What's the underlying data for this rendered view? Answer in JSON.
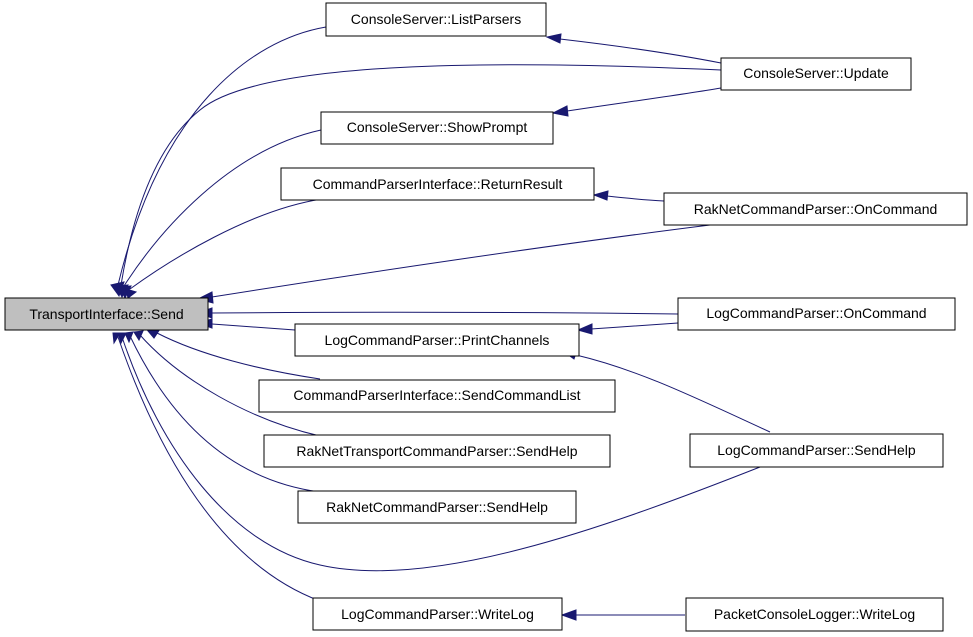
{
  "diagram": {
    "nodes": {
      "send": "TransportInterface::Send",
      "list_parsers": "ConsoleServer::ListParsers",
      "update": "ConsoleServer::Update",
      "show_prompt": "ConsoleServer::ShowPrompt",
      "return_result": "CommandParserInterface::ReturnResult",
      "raknet_on_command": "RakNetCommandParser::OnCommand",
      "log_on_command": "LogCommandParser::OnCommand",
      "print_channels": "LogCommandParser::PrintChannels",
      "send_command_list": "CommandParserInterface::SendCommandList",
      "raknet_transport_send_help": "RakNetTransportCommandParser::SendHelp",
      "log_send_help": "LogCommandParser::SendHelp",
      "raknet_send_help": "RakNetCommandParser::SendHelp",
      "write_log": "LogCommandParser::WriteLog",
      "packet_write_log": "PacketConsoleLogger::WriteLog"
    },
    "edges": [
      {
        "from": "list_parsers",
        "to": "send"
      },
      {
        "from": "update",
        "to": "send"
      },
      {
        "from": "show_prompt",
        "to": "send"
      },
      {
        "from": "return_result",
        "to": "send"
      },
      {
        "from": "raknet_on_command",
        "to": "send"
      },
      {
        "from": "log_on_command",
        "to": "send"
      },
      {
        "from": "print_channels",
        "to": "send"
      },
      {
        "from": "send_command_list",
        "to": "send"
      },
      {
        "from": "raknet_transport_send_help",
        "to": "send"
      },
      {
        "from": "raknet_send_help",
        "to": "send"
      },
      {
        "from": "log_send_help",
        "to": "send"
      },
      {
        "from": "write_log",
        "to": "send"
      },
      {
        "from": "update",
        "to": "list_parsers"
      },
      {
        "from": "update",
        "to": "show_prompt"
      },
      {
        "from": "raknet_on_command",
        "to": "return_result"
      },
      {
        "from": "log_on_command",
        "to": "print_channels"
      },
      {
        "from": "log_send_help",
        "to": "print_channels"
      },
      {
        "from": "packet_write_log",
        "to": "write_log"
      }
    ]
  }
}
